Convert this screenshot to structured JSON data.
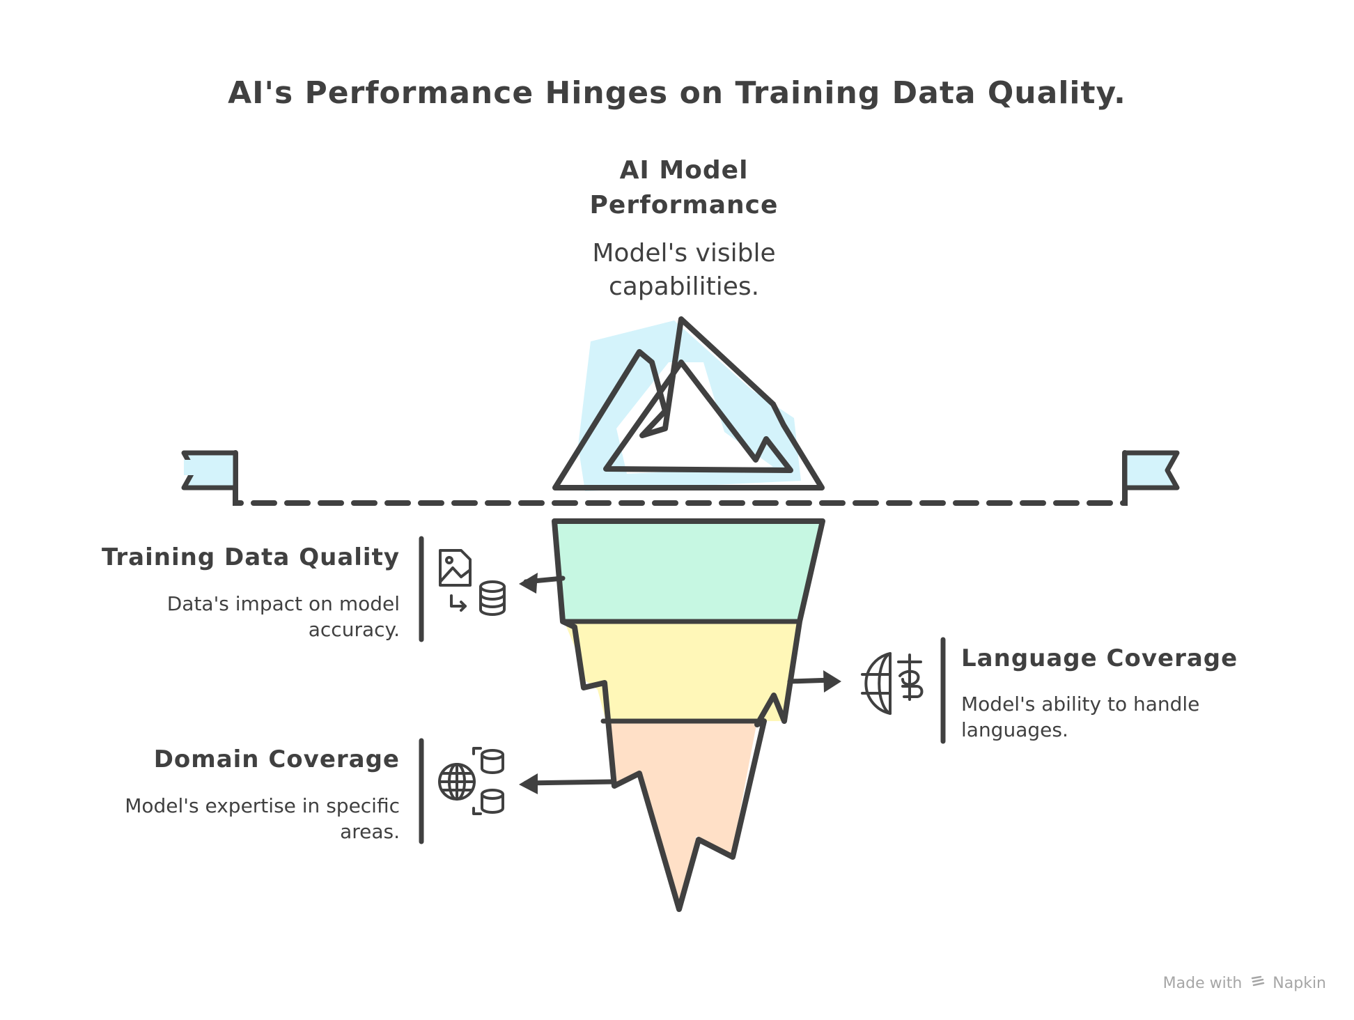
{
  "title": "AI's Performance Hinges on Training Data Quality.",
  "top": {
    "heading": "AI Model Performance",
    "description": "Model's visible capabilities."
  },
  "layers": [
    {
      "heading": "Training Data Quality",
      "description": "Data's impact on model accuracy.",
      "side": "left",
      "color": "#c6f7e2",
      "icon": "image-to-database-icon"
    },
    {
      "heading": "Language Coverage",
      "description": "Model's ability to handle languages.",
      "side": "right",
      "color": "#fff7b8",
      "icon": "globe-language-icon"
    },
    {
      "heading": "Domain Coverage",
      "description": "Model's expertise in specific areas.",
      "side": "left",
      "color": "#ffe0c7",
      "icon": "globe-databases-icon"
    }
  ],
  "colors": {
    "ink": "#404040",
    "ice": "#d4f3fb",
    "water_line": "#404040"
  },
  "watermark": {
    "prefix": "Made with",
    "brand": "Napkin"
  }
}
